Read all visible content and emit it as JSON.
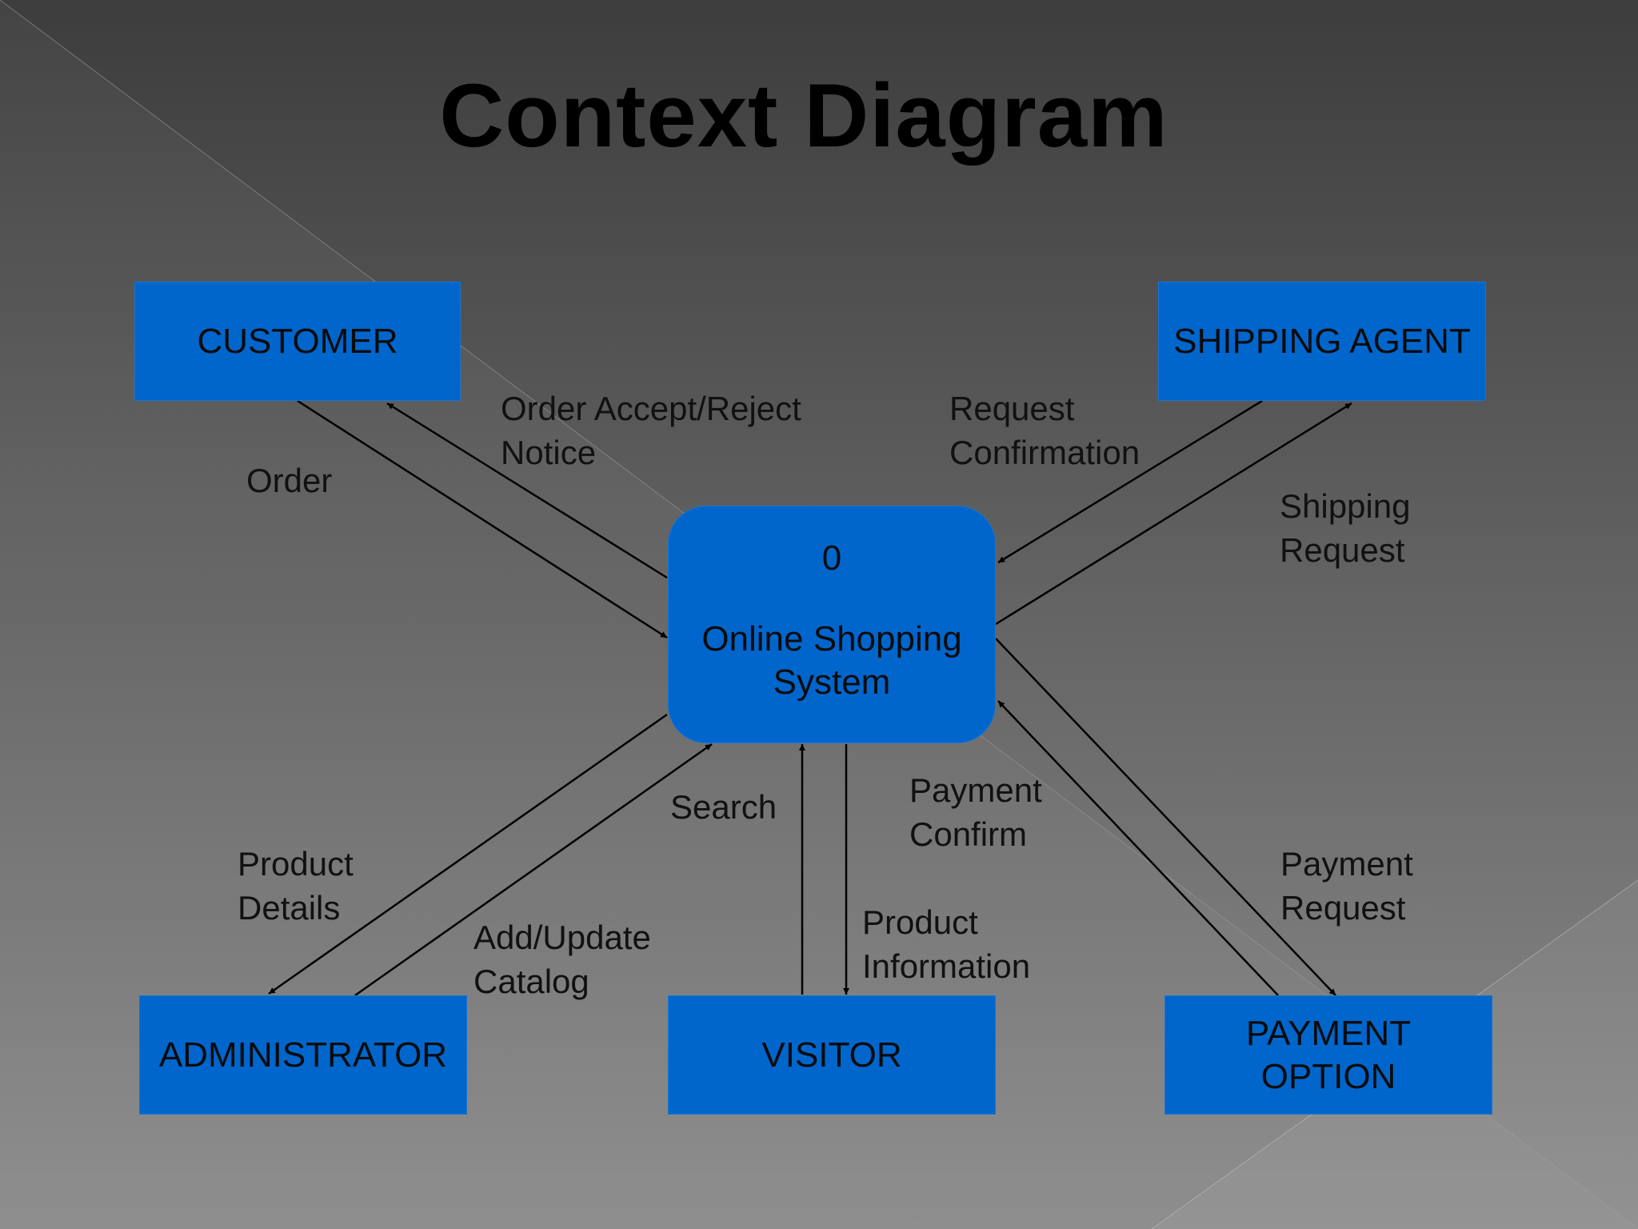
{
  "slide": {
    "title": "Context Diagram",
    "colors": {
      "entity_fill": "#0066cc",
      "text": "#000000",
      "background_top": "#3d3d3d",
      "background_bottom": "#8a8a8a"
    }
  },
  "process": {
    "id": "0",
    "name": "Online Shopping\nSystem"
  },
  "entities": {
    "customer": "CUSTOMER",
    "shipping_agent": "SHIPPING AGENT",
    "administrator": "ADMINISTRATOR",
    "visitor": "VISITOR",
    "payment_option": "PAYMENT\nOPTION"
  },
  "flows": {
    "order": "Order",
    "order_accept_reject": "Order Accept/Reject\nNotice",
    "request_confirmation": "Request\nConfirmation",
    "shipping_request": "Shipping\nRequest",
    "search": "Search",
    "payment_confirm": "Payment\nConfirm",
    "product_details": "Product\nDetails",
    "add_update_catalog": "Add/Update\nCatalog",
    "product_information": "Product\nInformation",
    "payment_request": "Payment\nRequest"
  }
}
